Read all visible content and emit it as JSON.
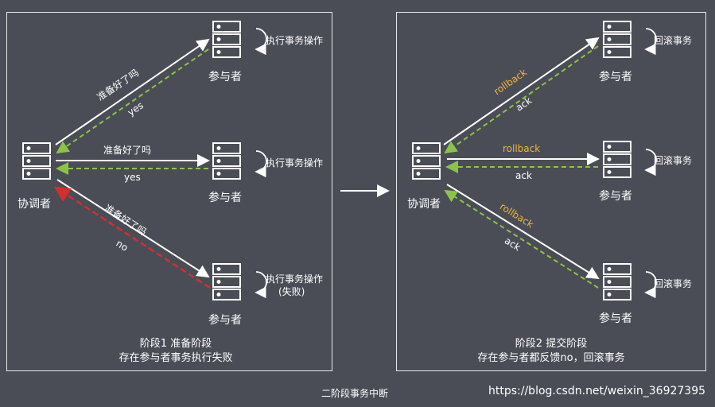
{
  "left": {
    "coordinator": "协调者",
    "participants": [
      "参与者",
      "参与者",
      "参与者"
    ],
    "actions": [
      "执行事务操作",
      "执行事务操作",
      "执行事务操作"
    ],
    "fail_note": "(失败)",
    "request": "准备好了吗",
    "replies": [
      "yes",
      "yes",
      "no"
    ],
    "caption_line1": "阶段1 准备阶段",
    "caption_line2": "存在参与者事务执行失败"
  },
  "right": {
    "coordinator": "协调者",
    "participants": [
      "参与者",
      "参与者",
      "参与者"
    ],
    "actions": [
      "回滚事务",
      "回滚事务",
      "回滚事务"
    ],
    "request": "rollback",
    "replies": [
      "ack",
      "ack",
      "ack"
    ],
    "caption_line1": "阶段2 提交阶段",
    "caption_line2": "存在参与者都反馈no，回滚事务"
  },
  "footer": {
    "title": "二阶段事务中断",
    "watermark": "https://blog.csdn.net/weixin_36927395"
  },
  "colors": {
    "background": "#4a4d55",
    "line": "#ffffff",
    "ok_dashed": "#8bc34a",
    "fail_dashed": "#d32f2f",
    "rollback_text": "#f0b63c"
  }
}
